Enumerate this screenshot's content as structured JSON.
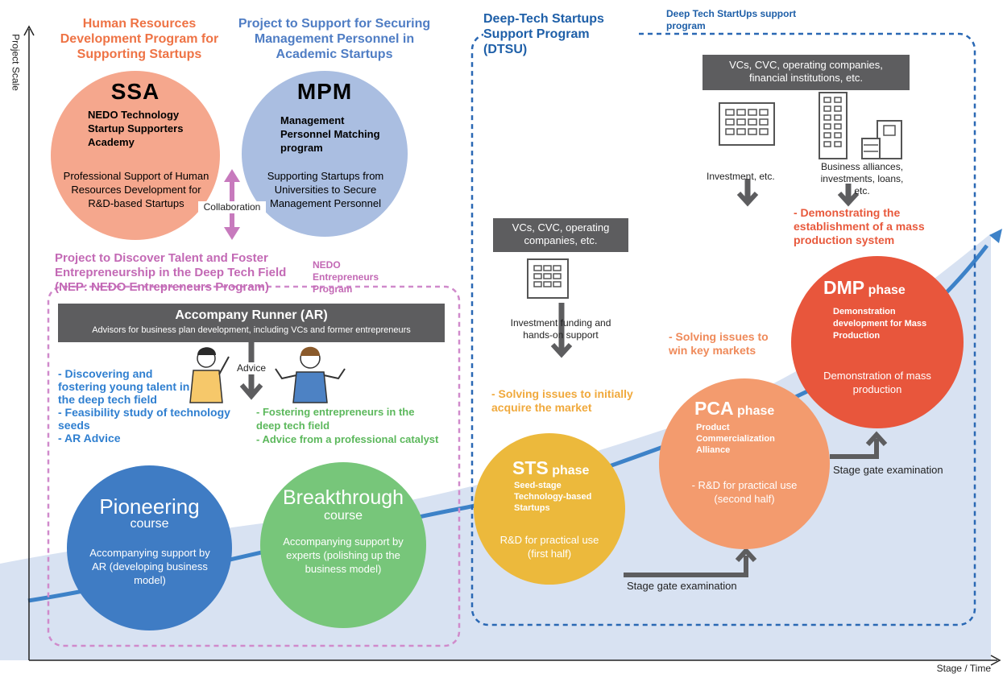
{
  "axes": {
    "y_label": "Project Scale",
    "x_label": "Stage / Time"
  },
  "hrd": {
    "title": "Human Resources Development Program for Supporting Startups"
  },
  "psm": {
    "title": "Project to Support for Securing Management Personnel in Academic Startups"
  },
  "ssa": {
    "name": "SSA",
    "subtitle": "NEDO Technology Startup Supporters Academy",
    "desc": "Professional Support of Human Resources Development for R&D-based Startups"
  },
  "mpm": {
    "name": "MPM",
    "subtitle": "Management Personnel Matching program",
    "desc": "Supporting Startups from Universities to Secure Management Personnel"
  },
  "collab": {
    "label": "Collaboration"
  },
  "nep": {
    "title": "Project to Discover Talent and Foster Entrepreneurship in the Deep Tech Field (NEP: NEDO Entrepreneurs Program)",
    "tag": "NEDO Entrepreneurs Program"
  },
  "ar": {
    "title": "Accompany Runner (AR)",
    "subtitle": "Advisors for business plan development, including VCs and former entrepreneurs",
    "advice": "Advice"
  },
  "left_bullets": [
    "- Discovering and fostering young talent in the deep tech field",
    "- Feasibility study of technology seeds",
    "- AR Advice"
  ],
  "green_bullets": [
    "- Fostering entrepreneurs in the deep tech field",
    "- Advice from a professional catalyst"
  ],
  "pioneering": {
    "name": "Pioneering",
    "course": "course",
    "desc": "Accompanying support by AR (developing business model)"
  },
  "breakthrough": {
    "name": "Breakthrough",
    "course": "course",
    "desc": "Accompanying support by experts (polishing up the business model)"
  },
  "dtsu": {
    "title": "Deep-Tech Startups Support Program (DTSU)",
    "tag": "Deep Tech StartUps support program"
  },
  "vc_mid": {
    "label": "VCs, CVC, operating companies, etc.",
    "caption": "Investment funding and hands-on support"
  },
  "vc_top": {
    "label": "VCs, CVC, operating companies, financial institutions, etc.",
    "caption_left": "Investment, etc.",
    "caption_right": "Business alliances, investments, loans, etc."
  },
  "notes": {
    "sts": "- Solving issues to initially acquire the market",
    "pca": "- Solving issues to win key markets",
    "dmp": "- Demonstrating the establishment of a mass production system"
  },
  "sts": {
    "name": "STS",
    "phase": "phase",
    "subtitle": "Seed-stage Technology-based Startups",
    "desc": "R&D for practical use (first half)"
  },
  "pca": {
    "name": "PCA",
    "phase": "phase",
    "subtitle": "Product Commercialization Alliance",
    "desc": "- R&D for practical use (second half)"
  },
  "dmp": {
    "name": "DMP",
    "phase": "phase",
    "subtitle": "Demonstration development for Mass Production",
    "desc": "Demonstration of mass production"
  },
  "gates": {
    "gate1": "Stage gate examination",
    "gate2": "Stage gate examination"
  },
  "colors": {
    "ssa": "#f5a78d",
    "mpm": "#a9bde0",
    "pioneering": "#3f7cc4",
    "breakthrough": "#77c67a",
    "sts": "#ecb93c",
    "pca": "#f39b6e",
    "dmp": "#e8563c",
    "trend": "#3d82c8",
    "bg_area": "#d6e0f1"
  }
}
